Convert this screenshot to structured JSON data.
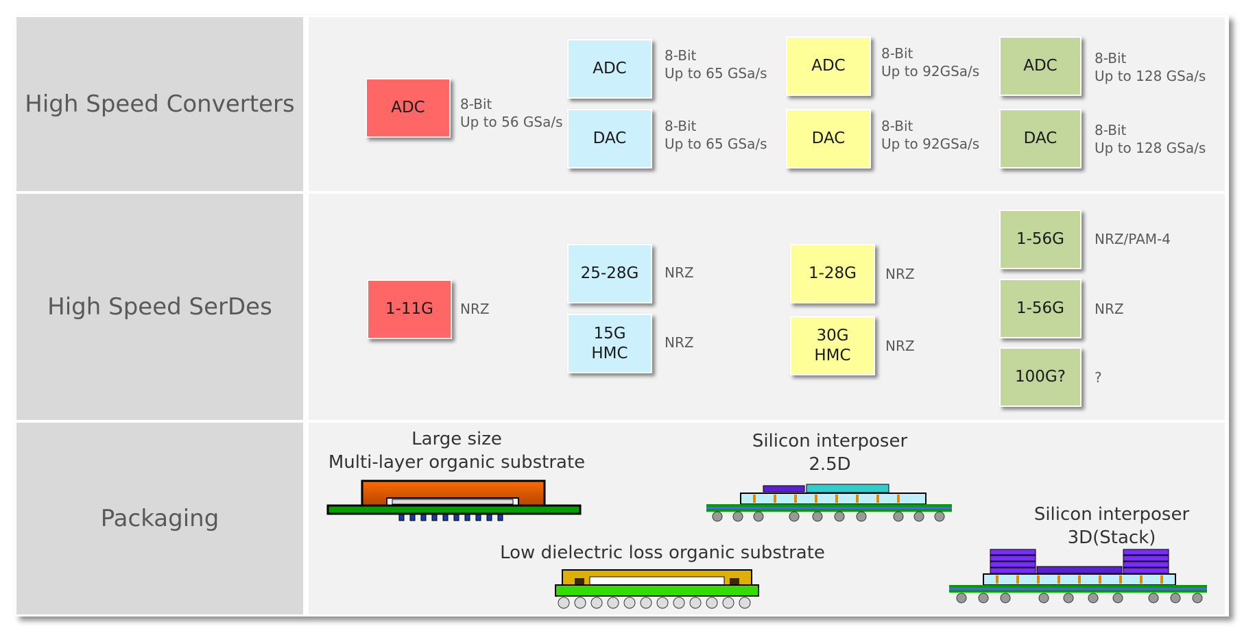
{
  "rows": {
    "converters": "High Speed Converters",
    "serdes": "High Speed SerDes",
    "packaging": "Packaging"
  },
  "converters": [
    {
      "label": "ADC",
      "bits": "8-Bit",
      "rate": "Up to 56 GSa/s",
      "color": "#ff6666"
    },
    {
      "label": "ADC",
      "bits": "8-Bit",
      "rate": "Up to 65 GSa/s",
      "color": "#ccf0fc"
    },
    {
      "label": "DAC",
      "bits": "8-Bit",
      "rate": "Up to 65 GSa/s",
      "color": "#ccf0fc"
    },
    {
      "label": "ADC",
      "bits": "8-Bit",
      "rate": "Up to 92GSa/s",
      "color": "#ffff99"
    },
    {
      "label": "DAC",
      "bits": "8-Bit",
      "rate": "Up to 92GSa/s",
      "color": "#ffff99"
    },
    {
      "label": "ADC",
      "bits": "8-Bit",
      "rate": "Up to 128 GSa/s",
      "color": "#c3d69b"
    },
    {
      "label": "DAC",
      "bits": "8-Bit",
      "rate": "Up to 128 GSa/s",
      "color": "#c3d69b"
    }
  ],
  "serdes": [
    {
      "label": "1-11G",
      "spec": "NRZ"
    },
    {
      "label": "25-28G",
      "spec": "NRZ"
    },
    {
      "label1": "15G",
      "label2": "HMC",
      "spec": "NRZ"
    },
    {
      "label": "1-28G",
      "spec": "NRZ"
    },
    {
      "label1": "30G",
      "label2": "HMC",
      "spec": "NRZ"
    },
    {
      "label": "1-56G",
      "spec": "NRZ/PAM-4"
    },
    {
      "label": "1-56G",
      "spec": "NRZ"
    },
    {
      "label": "100G?",
      "spec": "?"
    }
  ],
  "packaging": {
    "large": {
      "line1": "Large size",
      "line2": "Multi-layer organic substrate"
    },
    "lowloss": {
      "line1": "Low dielectric loss organic substrate"
    },
    "si25": {
      "line1": "Silicon interposer",
      "line2": "2.5D"
    },
    "si3d": {
      "line1": "Silicon interposer",
      "line2": "3D(Stack)"
    }
  }
}
